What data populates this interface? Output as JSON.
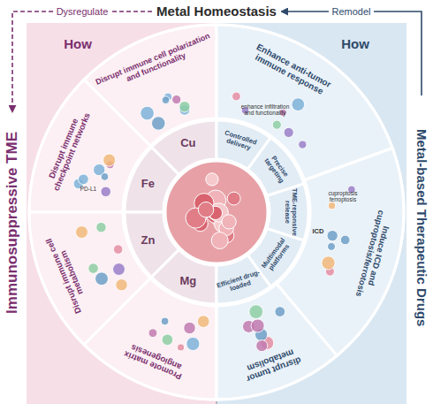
{
  "diagram": {
    "nodes": [
      {
        "text": [
          "Metal Homeostasis"
        ]
      },
      {
        "text": [
          "Immunosuppressive TME"
        ]
      },
      {
        "text": [
          "Metal-based Therapeutic Drugs"
        ]
      },
      {
        "text": [
          "Disrupt immune cell polarization and functionality"
        ]
      },
      {
        "text": [
          "Disrupt immune checkpoint networks"
        ]
      },
      {
        "text": [
          "Disrupt immune cell metabolism"
        ]
      },
      {
        "text": [
          "Promote matrix angiogenesis"
        ]
      },
      {
        "text": [
          "Cu"
        ]
      },
      {
        "text": [
          "Fe"
        ]
      },
      {
        "text": [
          "Zn"
        ]
      },
      {
        "text": [
          "Mg"
        ]
      },
      {
        "text": [
          "Enhance anti-tumor immune response"
        ]
      },
      {
        "text": [
          "Induce ICD and cuproptosis/ferrotosis"
        ]
      },
      {
        "text": [
          "disrupt tumor metabolism"
        ]
      },
      {
        "text": [
          "Controlled delivery"
        ]
      },
      {
        "text": [
          "Precise targeting"
        ]
      },
      {
        "text": [
          "TME-reponsive release"
        ]
      },
      {
        "text": [
          "Multimodal platforms"
        ]
      },
      {
        "text": [
          "Efficient drug-loaded"
        ]
      }
    ],
    "edges": [
      {
        "from": 0,
        "to": 1,
        "label": "Dysregulate",
        "arrow": "to"
      },
      {
        "from": 2,
        "to": 0,
        "label": "Remodel",
        "arrow": "to"
      }
    ],
    "labels": [
      "How",
      "How",
      "enhance infiltration and functionality",
      "ICD",
      "cuproptosis ferroptosis",
      "PD-L1"
    ]
  }
}
